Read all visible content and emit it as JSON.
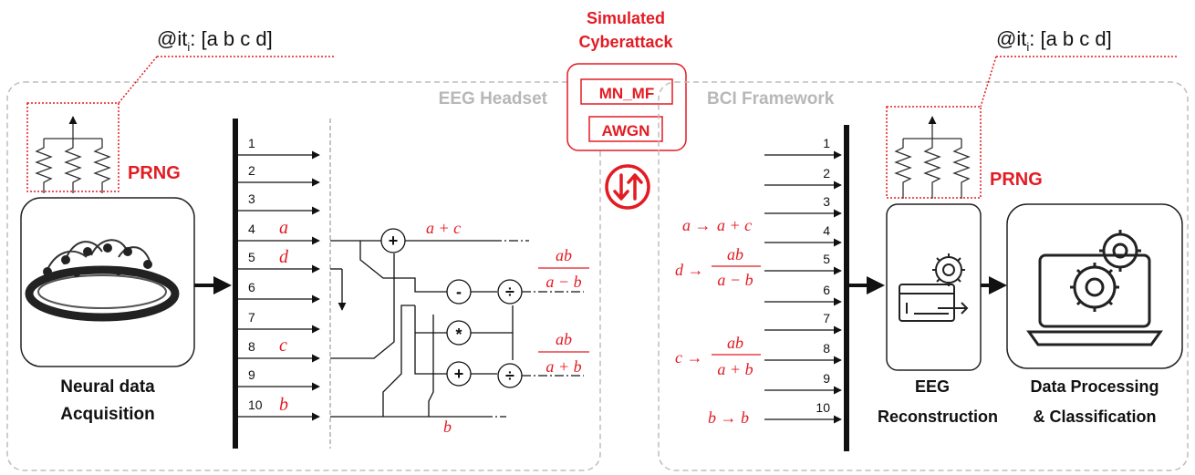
{
  "left_panel": {
    "title": "EEG Headset",
    "iteration_label": "@it",
    "iteration_sub": "i",
    "iteration_value": ": [a b c d]",
    "prng_label": "PRNG",
    "acquisition_label_line1": "Neural data",
    "acquisition_label_line2": "Acquisition",
    "channels": [
      "1",
      "2",
      "3",
      "4",
      "5",
      "6",
      "7",
      "8",
      "9",
      "10"
    ],
    "channel_vars": {
      "ch4": "a",
      "ch5": "d",
      "ch8": "c",
      "ch10": "b"
    },
    "operators": {
      "plus_top": "+",
      "minus": "-",
      "mult": "*",
      "plus_bottom": "+",
      "div_top": "÷",
      "div_bottom": "÷"
    },
    "outputs": {
      "sum": "a + c",
      "frac1_num": "ab",
      "frac1_den": "a − b",
      "frac2_num": "ab",
      "frac2_den": "a + b",
      "pass": "b"
    }
  },
  "attack": {
    "title_line1": "Simulated",
    "title_line2": "Cyberattack",
    "method1": "MN_MF",
    "method2": "AWGN"
  },
  "right_panel": {
    "title": "BCI Framework",
    "iteration_label": "@it",
    "iteration_sub": "i",
    "iteration_value": ": [a b c d]",
    "prng_label": "PRNG",
    "channels": [
      "1",
      "2",
      "3",
      "4",
      "5",
      "6",
      "7",
      "8",
      "9",
      "10"
    ],
    "mappings": {
      "m1_from": "a →",
      "m1_to": "a + c",
      "m2_from": "d →",
      "m2_num": "ab",
      "m2_den": "a − b",
      "m3_from": "c →",
      "m3_num": "ab",
      "m3_den": "a + b",
      "m4": "b → b"
    },
    "reconstruction_line1": "EEG",
    "reconstruction_line2": "Reconstruction",
    "processing_line1": "Data Processing",
    "processing_line2": "& Classification"
  },
  "colors": {
    "accent": "#e31b23",
    "panel_border": "#bdbdbd",
    "title_gray": "#b7b7b7",
    "ink": "#111111"
  },
  "icons": [
    "eeg-headset-icon",
    "resistor-prng-icon",
    "swap-arrows-icon",
    "reconstruction-gear-icon",
    "laptop-gears-icon"
  ]
}
